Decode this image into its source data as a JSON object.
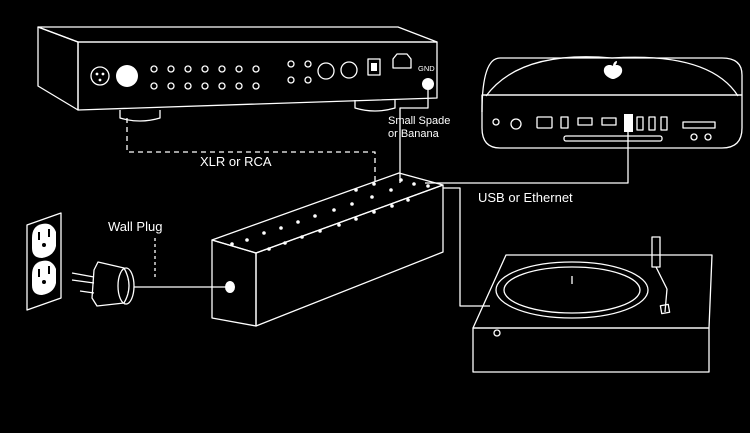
{
  "labels": {
    "xlr": "XLR or RCA",
    "spade_line1": "Small Spade",
    "spade_line2": "or Banana",
    "gnd": "GND",
    "usb": "USB or Ethernet",
    "wall_plug": "Wall Plug"
  },
  "colors": {
    "background": "#000000",
    "line": "#ffffff"
  },
  "icons": {
    "preamp": "audio-preamp-icon",
    "mini_pc": "mac-mini-icon",
    "ground_box": "grounding-box-icon",
    "outlet": "wall-outlet-icon",
    "plug": "wall-plug-icon",
    "turntable": "turntable-icon"
  }
}
